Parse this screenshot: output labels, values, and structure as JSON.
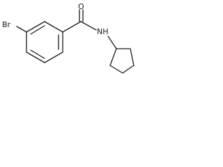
{
  "molecule": {
    "atoms": {
      "bromine": "Br",
      "oxygen": "O",
      "nitrogen_hydrogen": "NH"
    }
  }
}
